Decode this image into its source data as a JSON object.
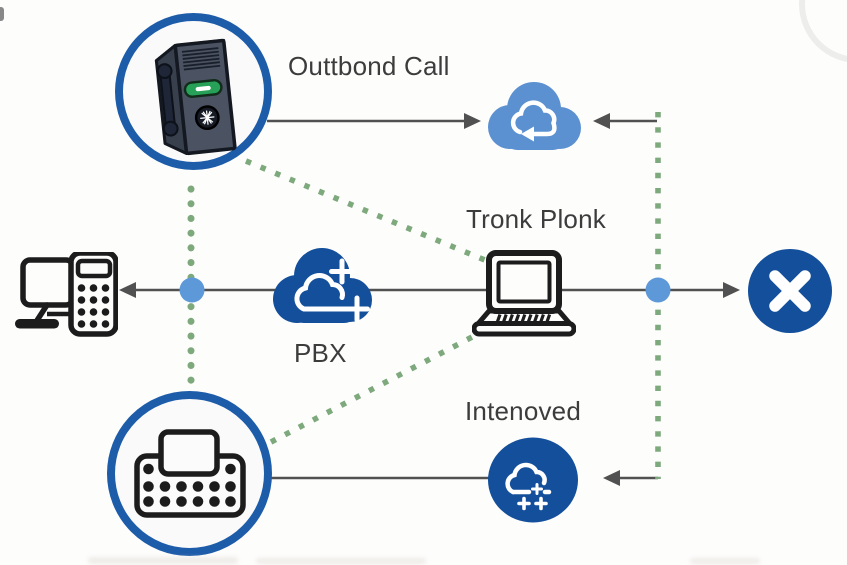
{
  "diagram": {
    "labels": {
      "outbound_call": "Outtbond Call",
      "trunk": "Tronk Plonk",
      "pbx": "PBX",
      "inbound": "Intenoved"
    },
    "icons": [
      "payphone-icon",
      "outbound-cloud-icon",
      "pbx-cloud-icon",
      "trunk-laptop-icon",
      "desktop-computer-icon",
      "desk-phone-icon",
      "terminate-x-icon",
      "fax-machine-icon",
      "inbound-cloud-icon",
      "junction-dot"
    ],
    "colors": {
      "ring_blue": "#1d5ca9",
      "dark_blue": "#134f9b",
      "light_blue_cloud": "#5b90d1",
      "junction_dot_blue": "#5d99d8",
      "dotted_green": "#7ea97c",
      "line_gray": "#515151",
      "label_text": "#3c3c3c",
      "device_green_led": "#27a058"
    }
  }
}
